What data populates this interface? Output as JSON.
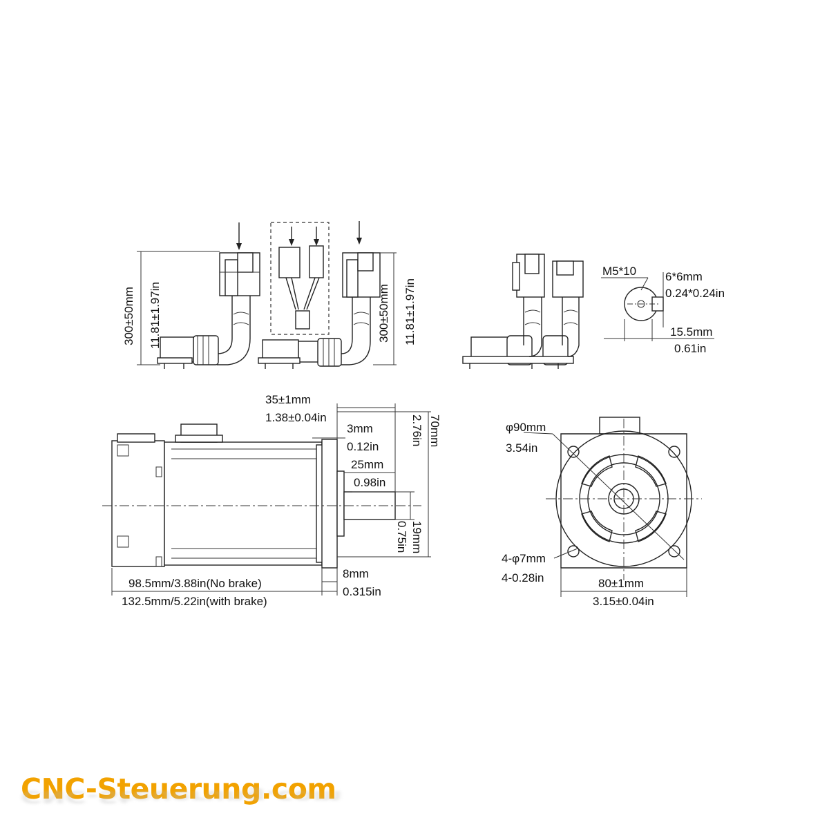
{
  "cable_views": {
    "cable_length_mm": "300±50mm",
    "cable_length_in": "11.81±1.97in"
  },
  "shaft_end": {
    "thread": "M5*10",
    "key_mm": "6*6mm",
    "key_in": "0.24*0.24in",
    "depth_mm": "15.5mm",
    "depth_in": "0.61in"
  },
  "side_view": {
    "flange_to_face_mm": "35±1mm",
    "flange_to_face_in": "1.38±0.04in",
    "spigot_mm": "3mm",
    "spigot_in": "0.12in",
    "shaft_len_mm": "25mm",
    "shaft_len_in": "0.98in",
    "height_mm": "70mm",
    "height_in": "2.76in",
    "shaft_dia_mm": "19mm",
    "shaft_dia_in": "0.75in",
    "flange_thk_mm": "8mm",
    "flange_thk_in": "0.315in",
    "length_no_brake": "98.5mm/3.88in(No brake)",
    "length_with_brake": "132.5mm/5.22in(with brake)"
  },
  "front_view": {
    "pcd_mm": "φ90mm",
    "pcd_in": "3.54in",
    "holes_mm": "4-φ7mm",
    "holes_in": "4-0.28in",
    "flange_mm": "80±1mm",
    "flange_in": "3.15±0.04in"
  },
  "watermark": {
    "text": "CNC-Steuerung.com",
    "color": "#f2a200"
  }
}
